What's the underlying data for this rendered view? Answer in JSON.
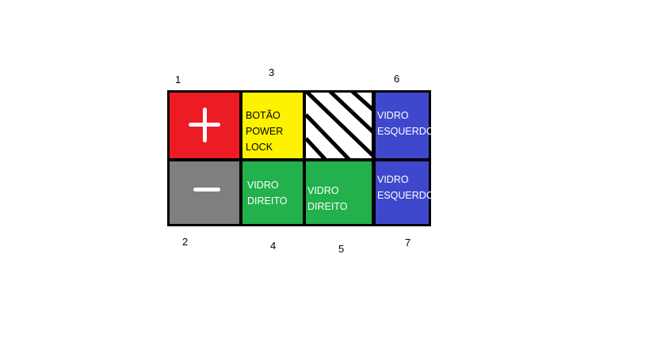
{
  "cells": {
    "plus": {
      "label": "1",
      "icon": "plus-icon",
      "color": "#ed1c24"
    },
    "minus": {
      "label": "2",
      "icon": "minus-icon",
      "color": "#7f7f7f"
    },
    "power_lock": {
      "label": "3",
      "lines": [
        "BOTÃO",
        "POWER",
        "LOCK"
      ],
      "color": "#fff200"
    },
    "hatched": {
      "color": "#ffffff"
    },
    "vidro_direito_4": {
      "label": "4",
      "lines": [
        "VIDRO",
        "DIREITO"
      ],
      "color": "#22b14c"
    },
    "vidro_direito_5": {
      "label": "5",
      "lines": [
        "VIDRO",
        "DIREITO"
      ],
      "color": "#22b14c"
    },
    "vidro_esquerdo_6": {
      "label": "6",
      "lines": [
        "VIDRO",
        "ESQUERDO"
      ],
      "color": "#3f48cc"
    },
    "vidro_esquerdo_7": {
      "label": "7",
      "lines": [
        "VIDRO",
        "ESQUERDO"
      ],
      "color": "#3f48cc"
    }
  }
}
